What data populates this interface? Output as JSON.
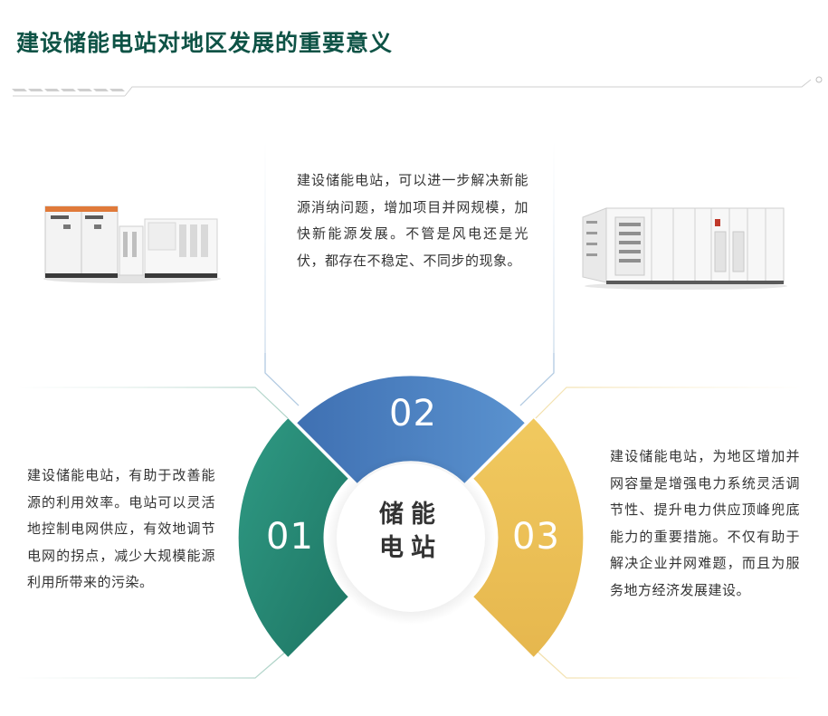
{
  "header": {
    "title": "建设储能电站对地区发展的重要意义"
  },
  "center": {
    "label_line1": "储能",
    "label_line2": "电站"
  },
  "segments": [
    {
      "number": "02",
      "color": "#4a7fbd",
      "text": "建设储能电站，可以进一步解决新能源消纳问题，增加项目并网规模，加快新能源发展。不管是风电还是光伏，都存在不稳定、不同步的现象。"
    },
    {
      "number": "01",
      "color": "#2a8a78",
      "text": "建设储能电站，有助于改善能源的利用效率。电站可以灵活地控制电网供应，有效地调节电网的拐点，减少大规模能源利用所带来的污染。"
    },
    {
      "number": "03",
      "color": "#ecc057",
      "text": "建设储能电站，为地区增加并网容量是增强电力系统灵活调节性、提升电力供应顶峰兜底能力的重要措施。不仅有助于解决企业并网难题，而且为服务地方经济发展建设。"
    }
  ],
  "colors": {
    "title": "#0e5346",
    "blue": "#4a7fbd",
    "green": "#2a8a78",
    "yellow": "#ecc057"
  },
  "images": {
    "left": "energy-storage-cabinet-with-transformer",
    "right": "energy-storage-container-cabinets"
  }
}
